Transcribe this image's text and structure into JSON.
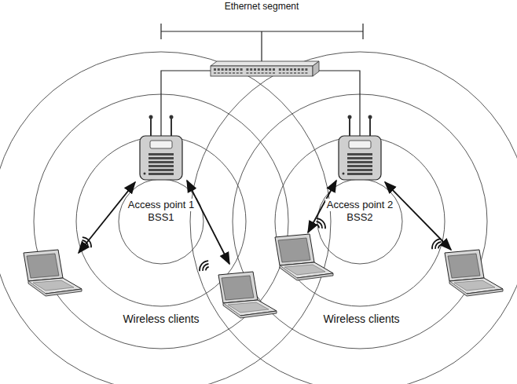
{
  "diagram": {
    "nodes": [
      {
        "text": [
          "Access point 1",
          "BSS1"
        ]
      },
      {
        "text": [
          "Access point 2",
          "BSS2"
        ]
      }
    ],
    "labels": [
      "Ethernet segment",
      "Wireless clients",
      "Wireless clients"
    ]
  }
}
